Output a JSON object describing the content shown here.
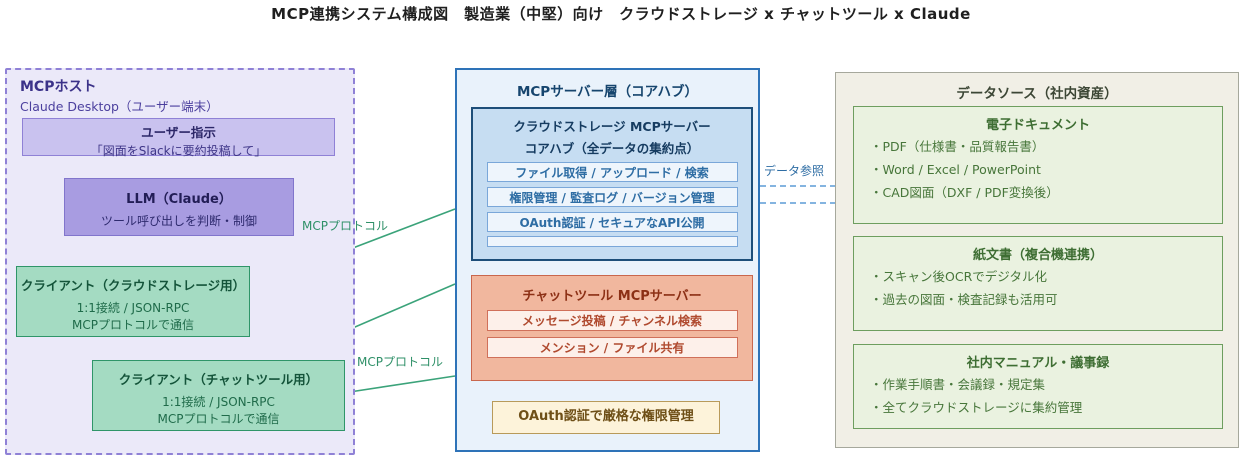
{
  "title": "MCP連携システム構成図　製造業（中堅）向け　クラウドストレージ x チャットツール x Claude",
  "host": {
    "heading": "MCPホスト",
    "subheading": "Claude Desktop（ユーザー端末）",
    "user_instruction": {
      "title": "ユーザー指示",
      "body": "「図面をSlackに要約投稿して」"
    },
    "llm": {
      "title": "LLM（Claude）",
      "body": "ツール呼び出しを判断・制御"
    },
    "client_storage": {
      "title": "クライアント（クラウドストレージ用）",
      "line1": "1:1接続 / JSON-RPC",
      "line2": "MCPプロトコルで通信"
    },
    "client_chat": {
      "title": "クライアント（チャットツール用）",
      "line1": "1:1接続 / JSON-RPC",
      "line2": "MCPプロトコルで通信"
    }
  },
  "server_layer": {
    "heading": "MCPサーバー層（コアハブ）",
    "storage_server": {
      "title1": "クラウドストレージ MCPサーバー",
      "title2": "コアハブ（全データの集約点）",
      "items": [
        "ファイル取得 / アップロード / 検索",
        "権限管理 / 監査ログ / バージョン管理",
        "OAuth認証 / セキュアなAPI公開"
      ]
    },
    "chat_server": {
      "title": "チャットツール MCPサーバー",
      "items": [
        "メッセージ投稿 / チャンネル検索",
        "メンション / ファイル共有"
      ]
    },
    "oauth_note": "OAuth認証で厳格な権限管理"
  },
  "data_sources": {
    "heading": "データソース（社内資産）",
    "groups": [
      {
        "title": "電子ドキュメント",
        "items": [
          "・PDF（仕様書・品質報告書）",
          "・Word / Excel / PowerPoint",
          "・CAD図面（DXF / PDF変換後）"
        ]
      },
      {
        "title": "紙文書（複合機連携）",
        "items": [
          "・スキャン後OCRでデジタル化",
          "・過去の図面・検査記録も活用可"
        ]
      },
      {
        "title": "社内マニュアル・議事録",
        "items": [
          "・作業手順書・会議録・規定集",
          "・全てクラウドストレージに集約管理"
        ]
      }
    ]
  },
  "connections": {
    "mcp_protocol_label_1": "MCPプロトコル",
    "mcp_protocol_label_2": "MCPプロトコル",
    "data_reference_label": "データ参照"
  },
  "colors": {
    "host_border": "#8f81d6",
    "server_border": "#2e73b8",
    "green_line": "#3ba37a",
    "purple_line": "#9a8fd9",
    "dashed_blue_line": "#5b9bd5"
  }
}
